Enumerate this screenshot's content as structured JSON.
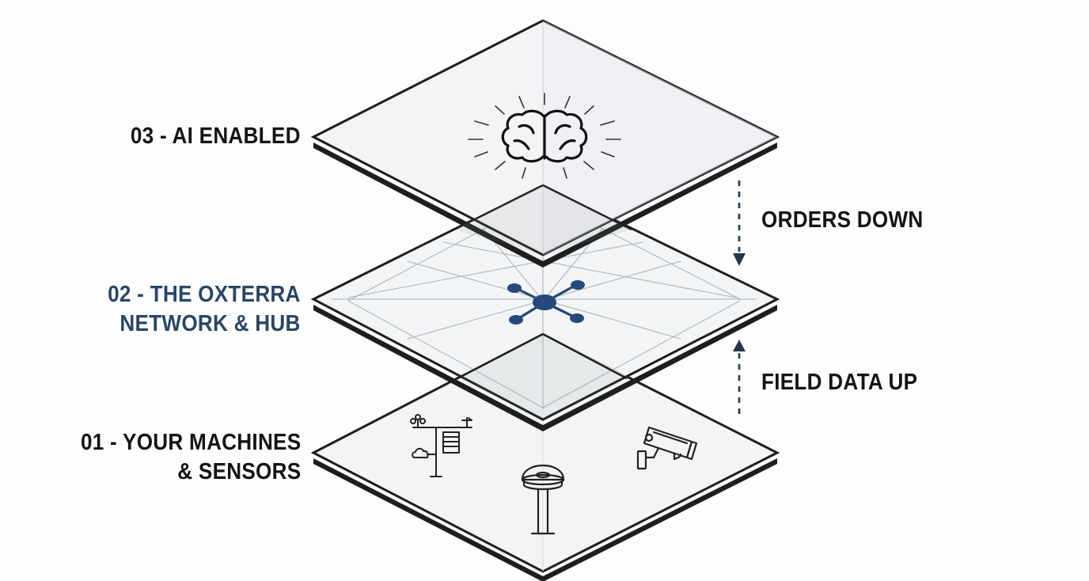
{
  "layers": [
    {
      "id": "layer-03",
      "lines": [
        "03 - AI ENABLED"
      ],
      "icon": "brain-icon",
      "color": "#141414"
    },
    {
      "id": "layer-02",
      "lines": [
        "02 - THE OXTERRA",
        "NETWORK & HUB"
      ],
      "icon": "network-hub-icon",
      "color": "#2a4666"
    },
    {
      "id": "layer-01",
      "lines": [
        "01 - YOUR MACHINES",
        "& SENSORS"
      ],
      "icons": [
        "weather-station-icon",
        "soil-sensor-icon",
        "security-camera-icon"
      ],
      "color": "#141414"
    }
  ],
  "flows": {
    "down": {
      "label": "ORDERS DOWN",
      "direction": "down"
    },
    "up": {
      "label": "FIELD DATA UP",
      "direction": "up"
    }
  },
  "colors": {
    "plate_fill": "#f1f3f5",
    "plate_edge": "#1d1d1d",
    "accent_blue": "#2a4666",
    "hub_blue": "#24497a"
  }
}
